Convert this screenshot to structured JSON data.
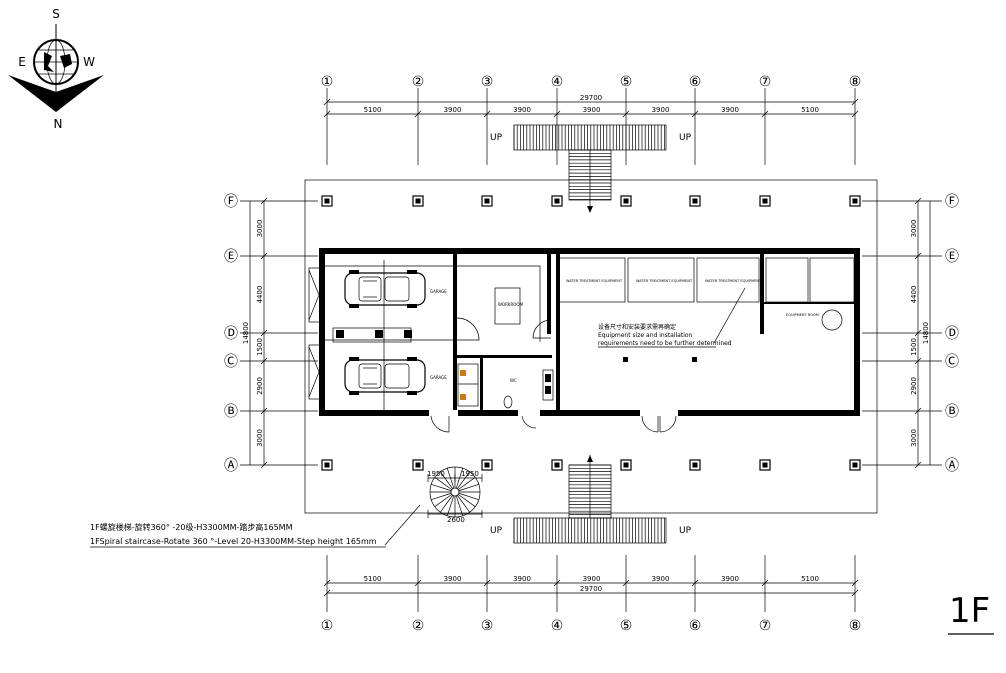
{
  "compass": {
    "north": "N",
    "south": "S",
    "east": "E",
    "west": "W"
  },
  "sheet_label": "1F",
  "column_labels": [
    "①",
    "②",
    "③",
    "④",
    "⑤",
    "⑥",
    "⑦",
    "⑧"
  ],
  "column_spacings": [
    "5100",
    "3900",
    "3900",
    "3900",
    "3900",
    "3900",
    "5100"
  ],
  "total_width": "29700",
  "row_labels": [
    "Ⓕ",
    "Ⓔ",
    "Ⓓ",
    "Ⓒ",
    "Ⓑ",
    "Ⓐ"
  ],
  "row_spacings": [
    "3000",
    "4400",
    "1500",
    "2900",
    "3000"
  ],
  "total_depth": "14800",
  "stair_up": "UP",
  "rooms": {
    "garage_1": "GARAGE",
    "garage_2": "GARAGE",
    "workroom": "WORKROOM",
    "wc": "WC",
    "equipment_room": "EQUIPMENT ROOM",
    "water_treatment": [
      "WATER TREATMENT EQUIPMENT",
      "WATER TREATMENT EQUIPMENT",
      "WATER TREATMENT EQUIPMENT"
    ]
  },
  "note": {
    "zh": "设备尺寸和安装要求需再确定",
    "en1": "Equipment size and installation",
    "en2": "requirements need to be further determined"
  },
  "spiral": {
    "dim_a": "1950",
    "dim_b": "1950",
    "dim_c": "2600",
    "zh": "1F螺旋楼梯-旋转360° -20级-H3300MM-踏步高165MM",
    "en": "1FSpiral staircase-Rotate 360 °-Level 20-H3300MM-Step height 165mm"
  }
}
